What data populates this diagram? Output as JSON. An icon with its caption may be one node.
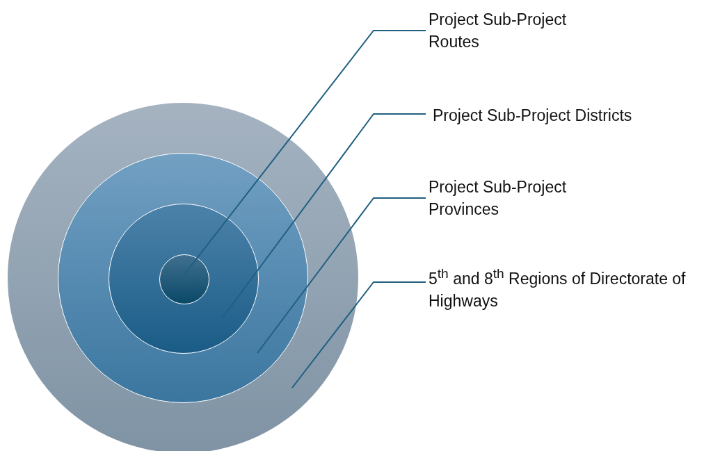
{
  "diagram": {
    "nodes": [
      {
        "text": [],
        "shape": "circle"
      },
      {
        "text": [],
        "shape": "circle",
        "in": 0
      },
      {
        "text": [],
        "shape": "circle",
        "in": 1
      },
      {
        "text": [],
        "shape": "circle",
        "in": 2
      },
      {
        "text": [
          "Project Sub-Project Routes"
        ]
      },
      {
        "text": [
          "Project Sub-Project Districts"
        ]
      },
      {
        "text": [
          "Project Sub-Project Provinces"
        ]
      },
      {
        "text": [
          "5$^{th}$ and 8$^{th}$ Regions of Directorate of Highways"
        ]
      }
    ],
    "edges": [
      {
        "from": 4,
        "to": 3,
        "arrow": "none"
      },
      {
        "from": 5,
        "to": 2,
        "arrow": "none"
      },
      {
        "from": 6,
        "to": 1,
        "arrow": "none"
      },
      {
        "from": 7,
        "to": 0,
        "arrow": "none"
      }
    ]
  }
}
